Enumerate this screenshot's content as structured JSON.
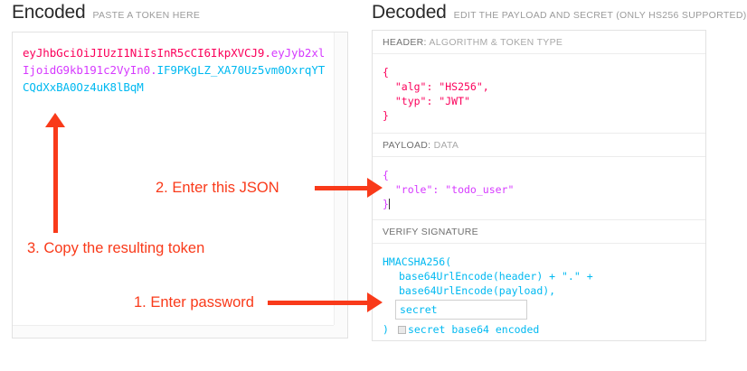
{
  "encoded_panel": {
    "title": "Encoded",
    "subtitle": "PASTE A TOKEN HERE",
    "token": {
      "header_part": "eyJhbGciOiJIUzI1NiIsInR5cCI6IkpXVCJ9",
      "separator": ".",
      "payload_part": "eyJyb2xlIjoidG9kb191c2VyIn0",
      "signature_part": "IF9PKgLZ_XA70Uz5vm0OxrqYTCQdXxBA0Oz4uK8lBqM",
      "full": "eyJhbGciOiJIUzI1NiIsInR5cCI6IkpXVCJ9.eyJyb2xlIjoidG9kb191c2VyIn0.IF9PKgLZ_XA70Uz5vm0OxrqYTCQdXxBA0Oz4uK8lBqM"
    }
  },
  "decoded_panel": {
    "title": "Decoded",
    "subtitle": "EDIT THE PAYLOAD AND SECRET (ONLY HS256 SUPPORTED)",
    "header_section": {
      "label_strong": "HEADER:",
      "label_dim": " ALGORITHM & TOKEN TYPE",
      "content": "{\n  \"alg\": \"HS256\",\n  \"typ\": \"JWT\"\n}"
    },
    "payload_section": {
      "label_strong": "PAYLOAD:",
      "label_dim": " DATA",
      "content": "{\n  \"role\": \"todo_user\"\n}"
    },
    "signature_section": {
      "label_strong": "VERIFY SIGNATURE",
      "label_dim": "",
      "line1": "HMACSHA256(",
      "line2": "base64UrlEncode(header) + \".\" +",
      "line3": "base64UrlEncode(payload),",
      "secret_value": "secret",
      "closing_paren": ")",
      "base64_label": "secret base64 encoded",
      "base64_checked": false
    }
  },
  "annotations": [
    {
      "id": "step-1",
      "text": "1. Enter password"
    },
    {
      "id": "step-2",
      "text": "2. Enter this JSON"
    },
    {
      "id": "step-3",
      "text": "3. Copy the resulting token"
    }
  ],
  "colors": {
    "header_token": "#fb015b",
    "payload_token": "#d63aff",
    "signature_token": "#00b9f1",
    "annotation": "#f93a1a",
    "border": "#e2e2e2",
    "label_text": "#6f6f6f"
  }
}
